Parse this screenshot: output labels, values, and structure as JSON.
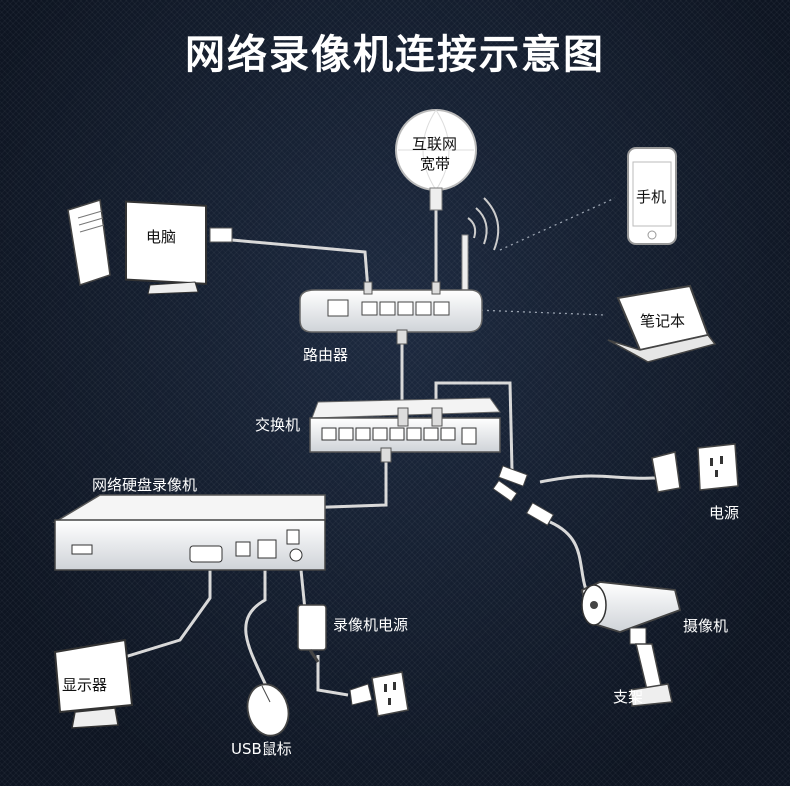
{
  "title": "网络录像机连接示意图",
  "labels": {
    "internet_line1": "互联网",
    "internet_line2": "宽带",
    "phone": "手机",
    "computer": "电脑",
    "laptop": "笔记本",
    "router": "路由器",
    "switch": "交换机",
    "nvr": "网络硬盘录像机",
    "power": "电源",
    "camera": "摄像机",
    "bracket": "支架",
    "nvr_power": "录像机电源",
    "monitor": "显示器",
    "mouse": "USB鼠标"
  }
}
